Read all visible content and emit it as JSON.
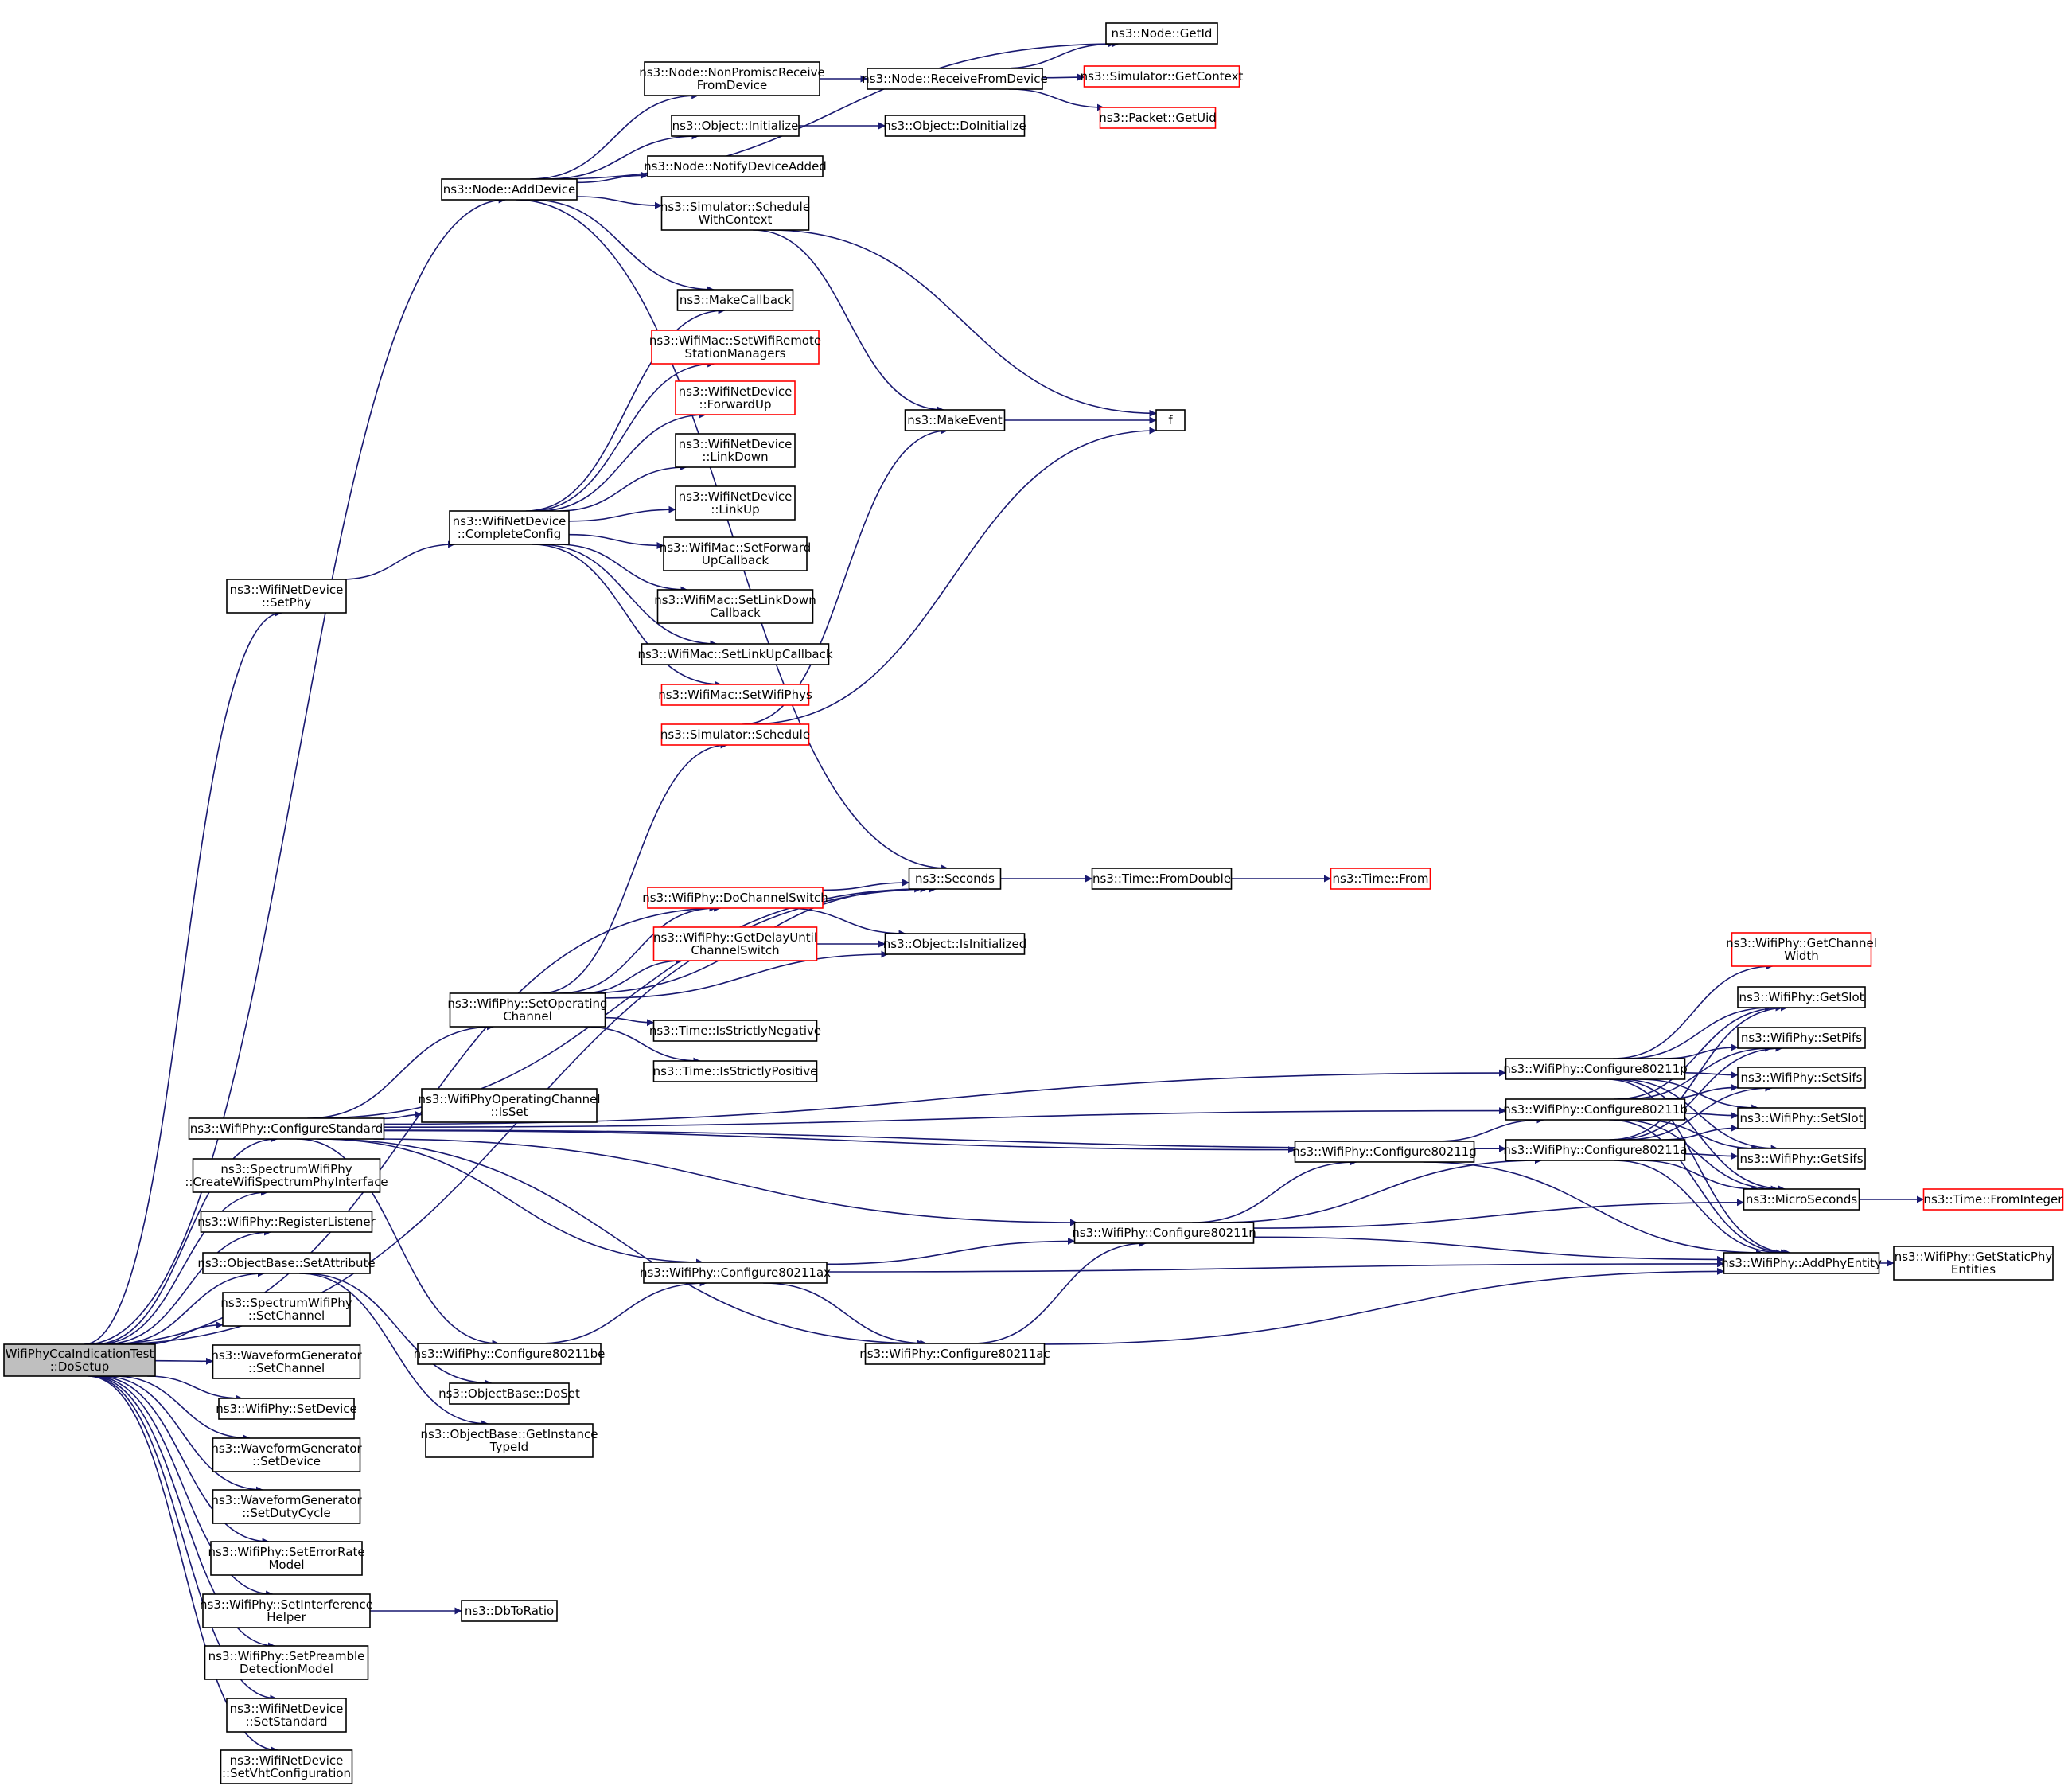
{
  "colors": {
    "edge": "#191970",
    "box_border": "#000000",
    "box_border_red": "#ff0000",
    "box_fill": "#ffffff",
    "root_fill": "#bfbfbf",
    "text": "#000000"
  },
  "nodes": [
    {
      "id": "root",
      "lines": [
        "WifiPhyCcaIndicationTest",
        "::DoSetup"
      ],
      "style": "root"
    },
    {
      "id": "node_adddevice",
      "lines": [
        "ns3::Node::AddDevice"
      ],
      "style": "normal"
    },
    {
      "id": "node_nonpromisc",
      "lines": [
        "ns3::Node::NonPromiscReceive",
        "FromDevice"
      ],
      "style": "normal"
    },
    {
      "id": "node_receivefromdevice",
      "lines": [
        "ns3::Node::ReceiveFromDevice"
      ],
      "style": "normal"
    },
    {
      "id": "node_getid",
      "lines": [
        "ns3::Node::GetId"
      ],
      "style": "normal"
    },
    {
      "id": "sim_getcontext",
      "lines": [
        "ns3::Simulator::GetContext"
      ],
      "style": "red"
    },
    {
      "id": "packet_getuid",
      "lines": [
        "ns3::Packet::GetUid"
      ],
      "style": "red"
    },
    {
      "id": "object_initialize",
      "lines": [
        "ns3::Object::Initialize"
      ],
      "style": "normal"
    },
    {
      "id": "object_doinitialize",
      "lines": [
        "ns3::Object::DoInitialize"
      ],
      "style": "normal"
    },
    {
      "id": "node_notifydeviceadded",
      "lines": [
        "ns3::Node::NotifyDeviceAdded"
      ],
      "style": "normal"
    },
    {
      "id": "sim_schedulewithcontext",
      "lines": [
        "ns3::Simulator::Schedule",
        "WithContext"
      ],
      "style": "normal"
    },
    {
      "id": "makecallback",
      "lines": [
        "ns3::MakeCallback"
      ],
      "style": "normal"
    },
    {
      "id": "mac_setwifiremote",
      "lines": [
        "ns3::WifiMac::SetWifiRemote",
        "StationManagers"
      ],
      "style": "red"
    },
    {
      "id": "nd_forwardup",
      "lines": [
        "ns3::WifiNetDevice",
        "::ForwardUp"
      ],
      "style": "red"
    },
    {
      "id": "nd_linkdown",
      "lines": [
        "ns3::WifiNetDevice",
        "::LinkDown"
      ],
      "style": "normal"
    },
    {
      "id": "nd_linkup",
      "lines": [
        "ns3::WifiNetDevice",
        "::LinkUp"
      ],
      "style": "normal"
    },
    {
      "id": "mac_setforwardup",
      "lines": [
        "ns3::WifiMac::SetForward",
        "UpCallback"
      ],
      "style": "normal"
    },
    {
      "id": "mac_setlinkdown",
      "lines": [
        "ns3::WifiMac::SetLinkDown",
        "Callback"
      ],
      "style": "normal"
    },
    {
      "id": "mac_setlinkup",
      "lines": [
        "ns3::WifiMac::SetLinkUpCallback"
      ],
      "style": "normal"
    },
    {
      "id": "mac_setwifiphys",
      "lines": [
        "ns3::WifiMac::SetWifiPhys"
      ],
      "style": "red"
    },
    {
      "id": "nd_completeconfig",
      "lines": [
        "ns3::WifiNetDevice",
        "::CompleteConfig"
      ],
      "style": "normal"
    },
    {
      "id": "nd_setphy",
      "lines": [
        "ns3::WifiNetDevice",
        "::SetPhy"
      ],
      "style": "normal"
    },
    {
      "id": "makeevent",
      "lines": [
        "ns3::MakeEvent"
      ],
      "style": "normal"
    },
    {
      "id": "f",
      "lines": [
        "f"
      ],
      "style": "normal"
    },
    {
      "id": "sim_schedule",
      "lines": [
        "ns3::Simulator::Schedule"
      ],
      "style": "red"
    },
    {
      "id": "seconds",
      "lines": [
        "ns3::Seconds"
      ],
      "style": "normal"
    },
    {
      "id": "time_fromdouble",
      "lines": [
        "ns3::Time::FromDouble"
      ],
      "style": "normal"
    },
    {
      "id": "time_from",
      "lines": [
        "ns3::Time::From"
      ],
      "style": "red"
    },
    {
      "id": "phy_dochannelswitch",
      "lines": [
        "ns3::WifiPhy::DoChannelSwitch"
      ],
      "style": "red"
    },
    {
      "id": "phy_getdelayuntil",
      "lines": [
        "ns3::WifiPhy::GetDelayUntil",
        "ChannelSwitch"
      ],
      "style": "red"
    },
    {
      "id": "object_isinitialized",
      "lines": [
        "ns3::Object::IsInitialized"
      ],
      "style": "normal"
    },
    {
      "id": "phy_setoperating",
      "lines": [
        "ns3::WifiPhy::SetOperating",
        "Channel"
      ],
      "style": "normal"
    },
    {
      "id": "time_isstrictlynegative",
      "lines": [
        "ns3::Time::IsStrictlyNegative"
      ],
      "style": "normal"
    },
    {
      "id": "time_isstrictlypositive",
      "lines": [
        "ns3::Time::IsStrictlyPositive"
      ],
      "style": "normal"
    },
    {
      "id": "opch_isset",
      "lines": [
        "ns3::WifiPhyOperatingChannel",
        "::IsSet"
      ],
      "style": "normal"
    },
    {
      "id": "phy_configurestandard",
      "lines": [
        "ns3::WifiPhy::ConfigureStandard"
      ],
      "style": "normal"
    },
    {
      "id": "spectrum_createinterface",
      "lines": [
        "ns3::SpectrumWifiPhy",
        "::CreateWifiSpectrumPhyInterface"
      ],
      "style": "normal"
    },
    {
      "id": "phy_registerlistener",
      "lines": [
        "ns3::WifiPhy::RegisterListener"
      ],
      "style": "normal"
    },
    {
      "id": "objbase_setattribute",
      "lines": [
        "ns3::ObjectBase::SetAttribute"
      ],
      "style": "normal"
    },
    {
      "id": "spectrum_setchannel",
      "lines": [
        "ns3::SpectrumWifiPhy",
        "::SetChannel"
      ],
      "style": "normal"
    },
    {
      "id": "wg_setchannel",
      "lines": [
        "ns3::WaveformGenerator",
        "::SetChannel"
      ],
      "style": "normal"
    },
    {
      "id": "phy_setdevice",
      "lines": [
        "ns3::WifiPhy::SetDevice"
      ],
      "style": "normal"
    },
    {
      "id": "wg_setdevice",
      "lines": [
        "ns3::WaveformGenerator",
        "::SetDevice"
      ],
      "style": "normal"
    },
    {
      "id": "wg_setdutycycle",
      "lines": [
        "ns3::WaveformGenerator",
        "::SetDutyCycle"
      ],
      "style": "normal"
    },
    {
      "id": "phy_seterrorrate",
      "lines": [
        "ns3::WifiPhy::SetErrorRate",
        "Model"
      ],
      "style": "normal"
    },
    {
      "id": "phy_setinterference",
      "lines": [
        "ns3::WifiPhy::SetInterference",
        "Helper"
      ],
      "style": "normal"
    },
    {
      "id": "dbtoratio",
      "lines": [
        "ns3::DbToRatio"
      ],
      "style": "normal"
    },
    {
      "id": "phy_setpreamble",
      "lines": [
        "ns3::WifiPhy::SetPreamble",
        "DetectionModel"
      ],
      "style": "normal"
    },
    {
      "id": "nd_setstandard",
      "lines": [
        "ns3::WifiNetDevice",
        "::SetStandard"
      ],
      "style": "normal"
    },
    {
      "id": "nd_setvht",
      "lines": [
        "ns3::WifiNetDevice",
        "::SetVhtConfiguration"
      ],
      "style": "normal"
    },
    {
      "id": "phy_c80211g",
      "lines": [
        "ns3::WifiPhy::Configure80211g"
      ],
      "style": "normal"
    },
    {
      "id": "phy_c80211n",
      "lines": [
        "ns3::WifiPhy::Configure80211n"
      ],
      "style": "normal"
    },
    {
      "id": "phy_c80211ax",
      "lines": [
        "ns3::WifiPhy::Configure80211ax"
      ],
      "style": "normal"
    },
    {
      "id": "phy_c80211be",
      "lines": [
        "ns3::WifiPhy::Configure80211be"
      ],
      "style": "normal"
    },
    {
      "id": "phy_c80211ac",
      "lines": [
        "ns3::WifiPhy::Configure80211ac"
      ],
      "style": "normal"
    },
    {
      "id": "objbase_doset",
      "lines": [
        "ns3::ObjectBase::DoSet"
      ],
      "style": "normal"
    },
    {
      "id": "objbase_getinstancetypeid",
      "lines": [
        "ns3::ObjectBase::GetInstance",
        "TypeId"
      ],
      "style": "normal"
    },
    {
      "id": "phy_c80211p",
      "lines": [
        "ns3::WifiPhy::Configure80211p"
      ],
      "style": "normal"
    },
    {
      "id": "phy_c80211b",
      "lines": [
        "ns3::WifiPhy::Configure80211b"
      ],
      "style": "normal"
    },
    {
      "id": "phy_c80211a",
      "lines": [
        "ns3::WifiPhy::Configure80211a"
      ],
      "style": "normal"
    },
    {
      "id": "phy_getchannelwidth",
      "lines": [
        "ns3::WifiPhy::GetChannel",
        "Width"
      ],
      "style": "red"
    },
    {
      "id": "phy_getslot",
      "lines": [
        "ns3::WifiPhy::GetSlot"
      ],
      "style": "normal"
    },
    {
      "id": "phy_setpifs",
      "lines": [
        "ns3::WifiPhy::SetPifs"
      ],
      "style": "normal"
    },
    {
      "id": "phy_setsifs",
      "lines": [
        "ns3::WifiPhy::SetSifs"
      ],
      "style": "normal"
    },
    {
      "id": "phy_setslot",
      "lines": [
        "ns3::WifiPhy::SetSlot"
      ],
      "style": "normal"
    },
    {
      "id": "phy_getsifs",
      "lines": [
        "ns3::WifiPhy::GetSifs"
      ],
      "style": "normal"
    },
    {
      "id": "microseconds",
      "lines": [
        "ns3::MicroSeconds"
      ],
      "style": "normal"
    },
    {
      "id": "time_frominteger",
      "lines": [
        "ns3::Time::FromInteger"
      ],
      "style": "red"
    },
    {
      "id": "phy_addphyentity",
      "lines": [
        "ns3::WifiPhy::AddPhyEntity"
      ],
      "style": "normal"
    },
    {
      "id": "phy_getstaticphyentities",
      "lines": [
        "ns3::WifiPhy::GetStaticPhy",
        "Entities"
      ],
      "style": "normal"
    }
  ],
  "edges": [
    [
      "root",
      "node_adddevice"
    ],
    [
      "root",
      "nd_setphy"
    ],
    [
      "root",
      "seconds"
    ],
    [
      "root",
      "phy_dochannelswitch"
    ],
    [
      "root",
      "phy_configurestandard"
    ],
    [
      "root",
      "spectrum_createinterface"
    ],
    [
      "root",
      "phy_registerlistener"
    ],
    [
      "root",
      "objbase_setattribute"
    ],
    [
      "root",
      "spectrum_setchannel"
    ],
    [
      "root",
      "wg_setchannel"
    ],
    [
      "root",
      "phy_setdevice"
    ],
    [
      "root",
      "wg_setdevice"
    ],
    [
      "root",
      "wg_setdutycycle"
    ],
    [
      "root",
      "phy_seterrorrate"
    ],
    [
      "root",
      "phy_setinterference"
    ],
    [
      "root",
      "phy_setpreamble"
    ],
    [
      "root",
      "nd_setstandard"
    ],
    [
      "root",
      "nd_setvht"
    ],
    [
      "node_adddevice",
      "node_getid"
    ],
    [
      "node_adddevice",
      "node_nonpromisc"
    ],
    [
      "node_adddevice",
      "object_initialize"
    ],
    [
      "node_adddevice",
      "node_notifydeviceadded"
    ],
    [
      "node_adddevice",
      "sim_schedulewithcontext"
    ],
    [
      "node_adddevice",
      "makecallback"
    ],
    [
      "node_adddevice",
      "seconds"
    ],
    [
      "node_nonpromisc",
      "node_receivefromdevice"
    ],
    [
      "node_receivefromdevice",
      "node_getid"
    ],
    [
      "node_receivefromdevice",
      "sim_getcontext"
    ],
    [
      "node_receivefromdevice",
      "packet_getuid"
    ],
    [
      "object_initialize",
      "object_doinitialize"
    ],
    [
      "sim_schedulewithcontext",
      "makeevent"
    ],
    [
      "sim_schedulewithcontext",
      "f"
    ],
    [
      "nd_setphy",
      "nd_completeconfig"
    ],
    [
      "nd_completeconfig",
      "makecallback"
    ],
    [
      "nd_completeconfig",
      "mac_setwifiremote"
    ],
    [
      "nd_completeconfig",
      "nd_forwardup"
    ],
    [
      "nd_completeconfig",
      "nd_linkdown"
    ],
    [
      "nd_completeconfig",
      "nd_linkup"
    ],
    [
      "nd_completeconfig",
      "mac_setforwardup"
    ],
    [
      "nd_completeconfig",
      "mac_setlinkdown"
    ],
    [
      "nd_completeconfig",
      "mac_setlinkup"
    ],
    [
      "nd_completeconfig",
      "mac_setwifiphys"
    ],
    [
      "makeevent",
      "f"
    ],
    [
      "sim_schedule",
      "makeevent"
    ],
    [
      "sim_schedule",
      "f"
    ],
    [
      "seconds",
      "time_fromdouble"
    ],
    [
      "time_fromdouble",
      "time_from"
    ],
    [
      "phy_dochannelswitch",
      "seconds"
    ],
    [
      "phy_dochannelswitch",
      "object_isinitialized"
    ],
    [
      "phy_getdelayuntil",
      "object_isinitialized"
    ],
    [
      "phy_setoperating",
      "sim_schedule"
    ],
    [
      "phy_setoperating",
      "phy_dochannelswitch"
    ],
    [
      "phy_setoperating",
      "phy_getdelayuntil"
    ],
    [
      "phy_setoperating",
      "object_isinitialized"
    ],
    [
      "phy_setoperating",
      "time_isstrictlynegative"
    ],
    [
      "phy_setoperating",
      "time_isstrictlypositive"
    ],
    [
      "phy_setoperating",
      "seconds"
    ],
    [
      "phy_configurestandard",
      "seconds"
    ],
    [
      "phy_configurestandard",
      "phy_setoperating"
    ],
    [
      "phy_configurestandard",
      "opch_isset"
    ],
    [
      "phy_configurestandard",
      "phy_c80211p"
    ],
    [
      "phy_configurestandard",
      "phy_c80211b"
    ],
    [
      "phy_configurestandard",
      "phy_c80211a"
    ],
    [
      "phy_configurestandard",
      "phy_c80211g"
    ],
    [
      "phy_configurestandard",
      "phy_c80211n"
    ],
    [
      "phy_configurestandard",
      "phy_c80211ax"
    ],
    [
      "phy_configurestandard",
      "phy_c80211be"
    ],
    [
      "phy_configurestandard",
      "phy_c80211ac"
    ],
    [
      "objbase_setattribute",
      "objbase_doset"
    ],
    [
      "objbase_setattribute",
      "objbase_getinstancetypeid"
    ],
    [
      "phy_setinterference",
      "dbtoratio"
    ],
    [
      "phy_c80211g",
      "phy_c80211b"
    ],
    [
      "phy_c80211g",
      "phy_addphyentity"
    ],
    [
      "phy_c80211n",
      "phy_c80211g"
    ],
    [
      "phy_c80211n",
      "phy_c80211a"
    ],
    [
      "phy_c80211n",
      "microseconds"
    ],
    [
      "phy_c80211n",
      "phy_addphyentity"
    ],
    [
      "phy_c80211ax",
      "phy_c80211n"
    ],
    [
      "phy_c80211ax",
      "phy_c80211ac"
    ],
    [
      "phy_c80211ax",
      "phy_addphyentity"
    ],
    [
      "phy_c80211be",
      "phy_c80211ax"
    ],
    [
      "phy_c80211ac",
      "phy_c80211n"
    ],
    [
      "phy_c80211ac",
      "phy_addphyentity"
    ],
    [
      "phy_c80211p",
      "phy_getchannelwidth"
    ],
    [
      "phy_c80211p",
      "phy_getslot"
    ],
    [
      "phy_c80211p",
      "phy_setpifs"
    ],
    [
      "phy_c80211p",
      "phy_setsifs"
    ],
    [
      "phy_c80211p",
      "phy_setslot"
    ],
    [
      "phy_c80211p",
      "phy_getsifs"
    ],
    [
      "phy_c80211p",
      "microseconds"
    ],
    [
      "phy_c80211p",
      "phy_addphyentity"
    ],
    [
      "phy_c80211b",
      "phy_getslot"
    ],
    [
      "phy_c80211b",
      "phy_setpifs"
    ],
    [
      "phy_c80211b",
      "phy_setsifs"
    ],
    [
      "phy_c80211b",
      "phy_setslot"
    ],
    [
      "phy_c80211b",
      "phy_getsifs"
    ],
    [
      "phy_c80211b",
      "microseconds"
    ],
    [
      "phy_c80211b",
      "phy_addphyentity"
    ],
    [
      "phy_c80211a",
      "phy_getslot"
    ],
    [
      "phy_c80211a",
      "phy_setpifs"
    ],
    [
      "phy_c80211a",
      "phy_setsifs"
    ],
    [
      "phy_c80211a",
      "phy_setslot"
    ],
    [
      "phy_c80211a",
      "phy_getsifs"
    ],
    [
      "phy_c80211a",
      "microseconds"
    ],
    [
      "phy_c80211a",
      "phy_addphyentity"
    ],
    [
      "microseconds",
      "time_frominteger"
    ],
    [
      "phy_addphyentity",
      "phy_getstaticphyentities"
    ]
  ]
}
